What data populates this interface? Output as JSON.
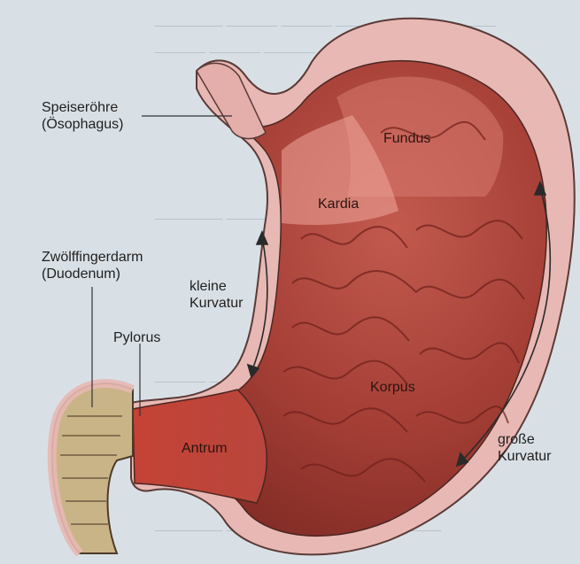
{
  "diagram": {
    "labels": {
      "speiseroehre": [
        "Speiseröhre",
        "(Ösophagus)"
      ],
      "zwoelffingerdarm": [
        "Zwölffingerdarm",
        "(Duodenum)"
      ],
      "kleine_kurvatur": [
        "kleine",
        "Kurvatur"
      ],
      "pylorus": "Pylorus",
      "fundus": "Fundus",
      "kardia": "Kardia",
      "korpus": "Korpus",
      "antrum": "Antrum",
      "grosse_kurvatur": [
        "große",
        "Kurvatur"
      ]
    }
  },
  "colors": {
    "page_background": "#d8e0e6",
    "stomach_wall": "#e8b8b4",
    "stomach_inner": "#a23e35",
    "duodenum": "#c9b487",
    "label_lines": "#333333"
  }
}
